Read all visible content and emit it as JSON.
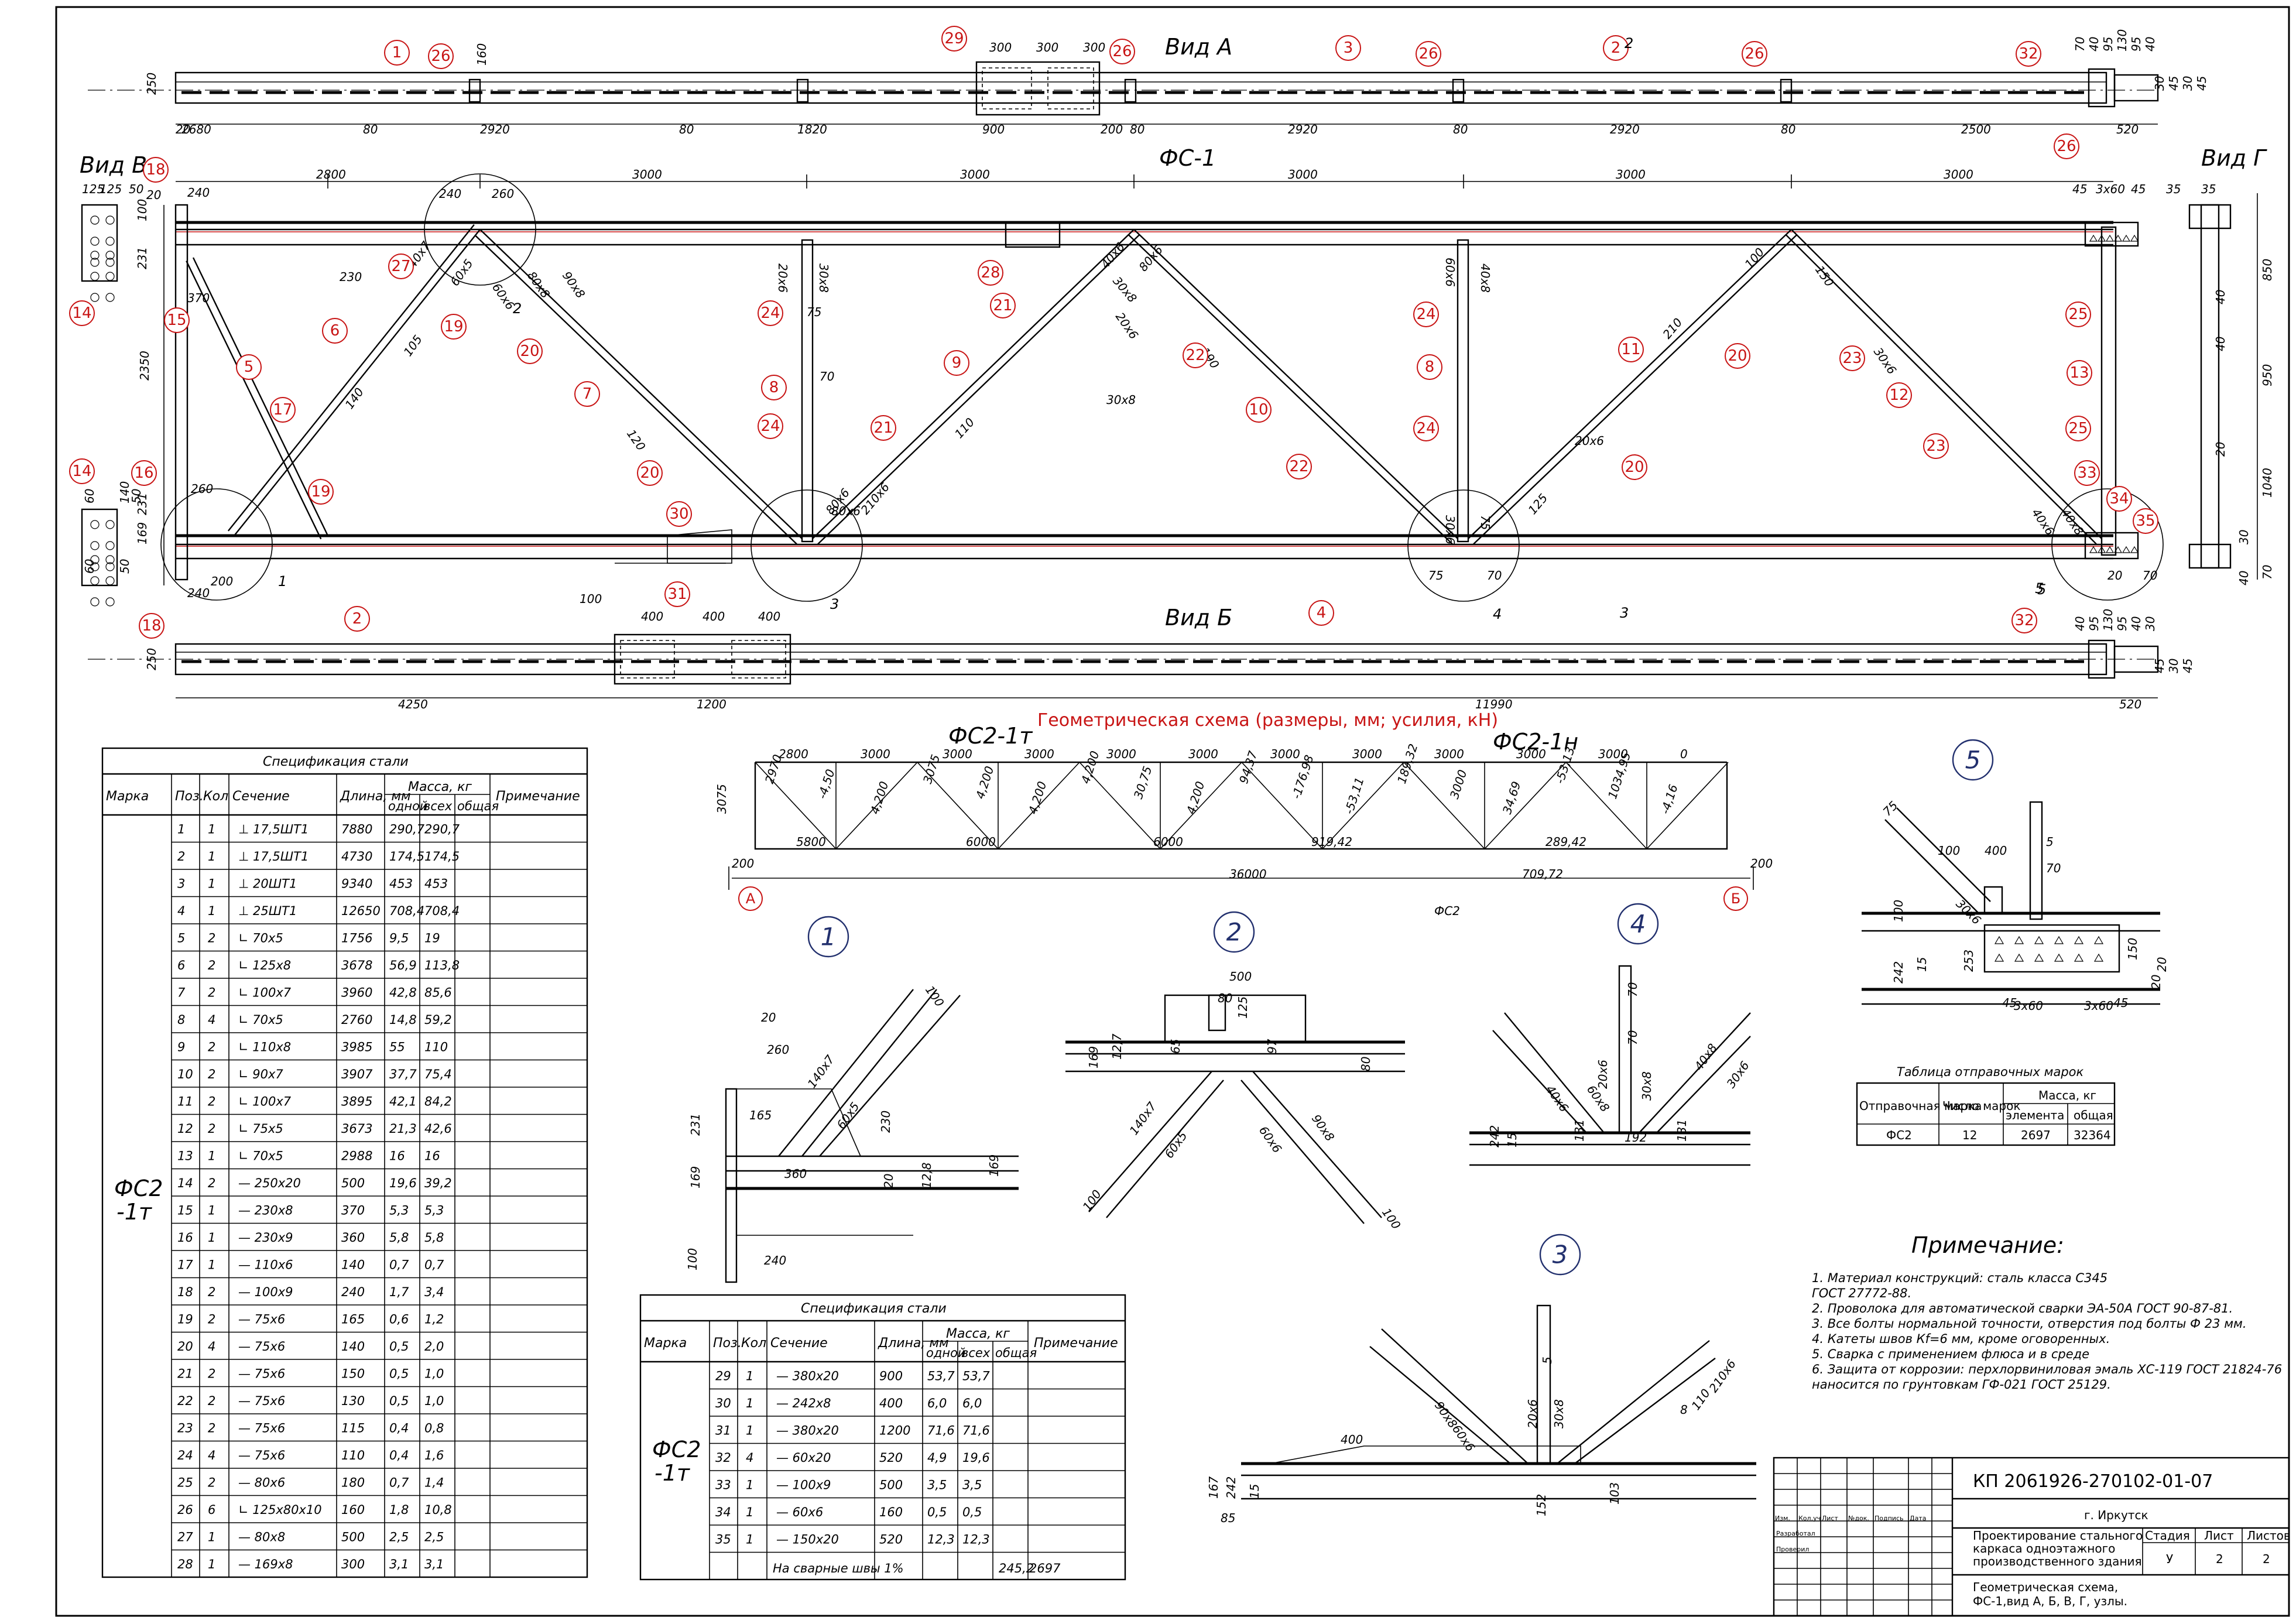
{
  "views": {
    "view_a": "Вид А",
    "view_b": "Вид Б",
    "view_v": "Вид В",
    "view_g": "Вид Г",
    "main": "ФС-1"
  },
  "view_a_dims_top": [
    "300",
    "300",
    "300",
    "160"
  ],
  "view_a_dims_bottom": [
    "20",
    "2680",
    "80",
    "2920",
    "80",
    "1820",
    "900",
    "200",
    "80",
    "2920",
    "80",
    "2920",
    "80",
    "2500",
    "520"
  ],
  "view_a_side": [
    "250",
    "70",
    "40",
    "95",
    "130",
    "95",
    "40",
    "30",
    "45",
    "30",
    "45"
  ],
  "main_top_dims": [
    "2800",
    "3000",
    "3000",
    "3000",
    "3000",
    "3000"
  ],
  "main_left_dims": [
    "125",
    "125",
    "50",
    "20",
    "240",
    "100",
    "231",
    "370",
    "2350",
    "169",
    "231",
    "260",
    "240",
    "200",
    "60",
    "50",
    "140",
    "60",
    "50"
  ],
  "main_right_dims": [
    "45",
    "3x60",
    "45",
    "35",
    "35",
    "850",
    "950",
    "1040",
    "70",
    "40",
    "40",
    "20",
    "30",
    "40",
    "20",
    "70"
  ],
  "main_member_labels": [
    "240",
    "260",
    "140x7",
    "60x5",
    "80x8",
    "60x6",
    "90x8",
    "230",
    "80x6",
    "20x6",
    "30x8",
    "75",
    "70",
    "110",
    "105",
    "140",
    "120",
    "100",
    "80x6",
    "210x6",
    "40x6",
    "30x8",
    "20x6",
    "60x6",
    "40x8",
    "30x6",
    "75",
    "125",
    "100",
    "150",
    "190",
    "210",
    "20x6",
    "30x8",
    "75",
    "70",
    "30x6",
    "40x8",
    "40x6",
    "80x6"
  ],
  "view_b_dims": [
    "400",
    "400",
    "400",
    "4250",
    "1200",
    "11990",
    "520",
    "250",
    "40",
    "95",
    "130",
    "95",
    "40",
    "30",
    "45",
    "30",
    "45"
  ],
  "scheme": {
    "title": "Геометрическая схема (размеры, мм; усилия, кН)",
    "left_label": "ФС2-1т",
    "right_label": "ФС2-1н",
    "top_dims": [
      "2800",
      "3000",
      "3000",
      "3000",
      "3000",
      "3000",
      "3000",
      "3000",
      "3000",
      "3000",
      "3000",
      "0"
    ],
    "bottom_dims": [
      "5800",
      "6000",
      "6000",
      "919,42",
      "289,42"
    ],
    "height": "3075",
    "support_a": "А",
    "support_b": "Б",
    "support_dims": [
      "200",
      "36000",
      "709,72",
      "200"
    ],
    "forces": [
      "2970",
      "-4,50",
      "4,200",
      "3075",
      "4,200",
      "4,200",
      "4,200",
      "30,75",
      "4,200",
      "94,37",
      "-176,98",
      "-53,11",
      "189,32",
      "3000",
      "34,69",
      "-53,13",
      "1034,95",
      "-4,16"
    ],
    "caption": "ФС2"
  },
  "nodes": [
    "1",
    "2",
    "3",
    "4",
    "5"
  ],
  "node1_dims": [
    "20",
    "260",
    "140x7",
    "100",
    "165",
    "60x5",
    "230",
    "231",
    "169",
    "360",
    "20",
    "12,8",
    "240",
    "100",
    "169"
  ],
  "node2_dims": [
    "500",
    "80",
    "125",
    "169",
    "12,7",
    "65",
    "97",
    "140x7",
    "60x5",
    "60x6",
    "90x8",
    "80",
    "100",
    "100"
  ],
  "node3_dims": [
    "400",
    "5",
    "90x8",
    "60x6",
    "20x6",
    "30x8",
    "8",
    "110",
    "210x6",
    "167",
    "242",
    "15",
    "152",
    "103",
    "85"
  ],
  "node4_dims": [
    "70",
    "70",
    "20x6",
    "30x8",
    "60x8",
    "40x6",
    "40x8",
    "30x6",
    "242",
    "15",
    "192",
    "131",
    "131"
  ],
  "node5_dims": [
    "75",
    "100",
    "400",
    "5",
    "70",
    "30x6",
    "100",
    "242",
    "15",
    "253",
    "150",
    "45",
    "3x60",
    "3x60",
    "45",
    "20",
    "20"
  ],
  "spec1": {
    "title": "Спецификация стали",
    "headers": [
      "Марка",
      "Поз.",
      "Кол",
      "Сечение",
      "Длина, мм",
      "Масса, кг",
      "одной",
      "всех",
      "общая",
      "Примечание"
    ],
    "mark": "ФС2 -1т",
    "rows": [
      [
        "1",
        "1",
        "⊥ 17,5ШТ1",
        "7880",
        "290,7",
        "290,7"
      ],
      [
        "2",
        "1",
        "⊥ 17,5ШТ1",
        "4730",
        "174,5",
        "174,5"
      ],
      [
        "3",
        "1",
        "⊥ 20ШТ1",
        "9340",
        "453",
        "453"
      ],
      [
        "4",
        "1",
        "⊥ 25ШТ1",
        "12650",
        "708,4",
        "708,4"
      ],
      [
        "5",
        "2",
        "∟ 70x5",
        "1756",
        "9,5",
        "19"
      ],
      [
        "6",
        "2",
        "∟ 125x8",
        "3678",
        "56,9",
        "113,8"
      ],
      [
        "7",
        "2",
        "∟ 100x7",
        "3960",
        "42,8",
        "85,6"
      ],
      [
        "8",
        "4",
        "∟ 70x5",
        "2760",
        "14,8",
        "59,2"
      ],
      [
        "9",
        "2",
        "∟ 110x8",
        "3985",
        "55",
        "110"
      ],
      [
        "10",
        "2",
        "∟ 90x7",
        "3907",
        "37,7",
        "75,4"
      ],
      [
        "11",
        "2",
        "∟ 100x7",
        "3895",
        "42,1",
        "84,2"
      ],
      [
        "12",
        "2",
        "∟ 75x5",
        "3673",
        "21,3",
        "42,6"
      ],
      [
        "13",
        "1",
        "∟ 70x5",
        "2988",
        "16",
        "16"
      ],
      [
        "14",
        "2",
        "— 250x20",
        "500",
        "19,6",
        "39,2"
      ],
      [
        "15",
        "1",
        "— 230x8",
        "370",
        "5,3",
        "5,3"
      ],
      [
        "16",
        "1",
        "— 230x9",
        "360",
        "5,8",
        "5,8"
      ],
      [
        "17",
        "1",
        "— 110x6",
        "140",
        "0,7",
        "0,7"
      ],
      [
        "18",
        "2",
        "— 100x9",
        "240",
        "1,7",
        "3,4"
      ],
      [
        "19",
        "2",
        "— 75x6",
        "165",
        "0,6",
        "1,2"
      ],
      [
        "20",
        "4",
        "— 75x6",
        "140",
        "0,5",
        "2,0"
      ],
      [
        "21",
        "2",
        "— 75x6",
        "150",
        "0,5",
        "1,0"
      ],
      [
        "22",
        "2",
        "— 75x6",
        "130",
        "0,5",
        "1,0"
      ],
      [
        "23",
        "2",
        "— 75x6",
        "115",
        "0,4",
        "0,8"
      ],
      [
        "24",
        "4",
        "— 75x6",
        "110",
        "0,4",
        "1,6"
      ],
      [
        "25",
        "2",
        "— 80x6",
        "180",
        "0,7",
        "1,4"
      ],
      [
        "26",
        "6",
        "∟ 125x80x10",
        "160",
        "1,8",
        "10,8"
      ],
      [
        "27",
        "1",
        "— 80x8",
        "500",
        "2,5",
        "2,5"
      ],
      [
        "28",
        "1",
        "— 169x8",
        "300",
        "3,1",
        "3,1"
      ]
    ]
  },
  "spec2": {
    "title": "Спецификация стали",
    "headers": [
      "Марка",
      "Поз.",
      "Кол",
      "Сечение",
      "Длина, мм",
      "Масса, кг",
      "одной",
      "всех",
      "общая",
      "Примечание"
    ],
    "mark": "ФС2 -1т",
    "rows": [
      [
        "29",
        "1",
        "— 380x20",
        "900",
        "53,7",
        "53,7"
      ],
      [
        "30",
        "1",
        "— 242x8",
        "400",
        "6,0",
        "6,0"
      ],
      [
        "31",
        "1",
        "— 380x20",
        "1200",
        "71,6",
        "71,6"
      ],
      [
        "32",
        "4",
        "— 60x20",
        "520",
        "4,9",
        "19,6"
      ],
      [
        "33",
        "1",
        "— 100x9",
        "500",
        "3,5",
        "3,5"
      ],
      [
        "34",
        "1",
        "— 60x6",
        "160",
        "0,5",
        "0,5"
      ],
      [
        "35",
        "1",
        "— 150x20",
        "520",
        "12,3",
        "12,3"
      ]
    ],
    "footer_label": "На сварные швы  1%",
    "footer_weld": "245,2",
    "footer_total": "2697"
  },
  "shipping": {
    "title": "Таблица отправочных марок",
    "headers": [
      "Отправочная марка",
      "Число марок",
      "Масса, кг",
      "элемента",
      "общая"
    ],
    "row": [
      "ФС2",
      "12",
      "2697",
      "32364"
    ]
  },
  "notes": {
    "title": "Примечание:",
    "lines": [
      "1. Материал конструкций: сталь класса  С345",
      "   ГОСТ 27772-88.",
      "2. Проволока для автоматической сварки ЭА-50А ГОСТ 90-87-81.",
      "3. Все болты нормальной точности, отверстия под болты Ф 23 мм.",
      "4. Катеты швов Кf=6 мм, кроме оговоренных.",
      "5. Сварка с применением флюса и в среде",
      "6. Защита от коррозии: перхлорвиниловая эмаль ХС-119 ГОСТ 21824-76",
      "   наносится по грунтовкам ГФ-021 ГОСТ 25129."
    ]
  },
  "stamp": {
    "doc_code": "КП 2061926-270102-01-07",
    "city": "г. Иркутск",
    "project": [
      "Проектирование стального",
      "каркаса одноэтажного",
      "производственного здания"
    ],
    "sheet_title": [
      "Геометрическая схема,",
      "ФС-1,вид А, Б, В, Г, узлы."
    ],
    "stage_label": "Стадия",
    "sheet_label": "Лист",
    "sheets_label": "Листов",
    "stage": "У",
    "sheet": "2",
    "sheets": "2",
    "col_labels": [
      "Изм.",
      "Кол.уч",
      "Лист",
      "№док.",
      "Подпись",
      "Дата"
    ],
    "roles": [
      "Разработал",
      "Проверил"
    ]
  },
  "marks": [
    "1",
    "26",
    "29",
    "26",
    "3",
    "26",
    "26",
    "32",
    "26",
    "2",
    "18",
    "14",
    "15",
    "27",
    "19",
    "5",
    "6",
    "17",
    "19",
    "16",
    "14",
    "20",
    "7",
    "20",
    "30",
    "24",
    "8",
    "24",
    "28",
    "21",
    "9",
    "21",
    "22",
    "10",
    "22",
    "24",
    "8",
    "24",
    "11",
    "20",
    "20",
    "23",
    "12",
    "23",
    "25",
    "13",
    "25",
    "33",
    "34",
    "35",
    "18",
    "2",
    "31",
    "4",
    "32"
  ],
  "tags": [
    "2",
    "1",
    "3",
    "5",
    "2",
    "3",
    "4",
    "5"
  ]
}
